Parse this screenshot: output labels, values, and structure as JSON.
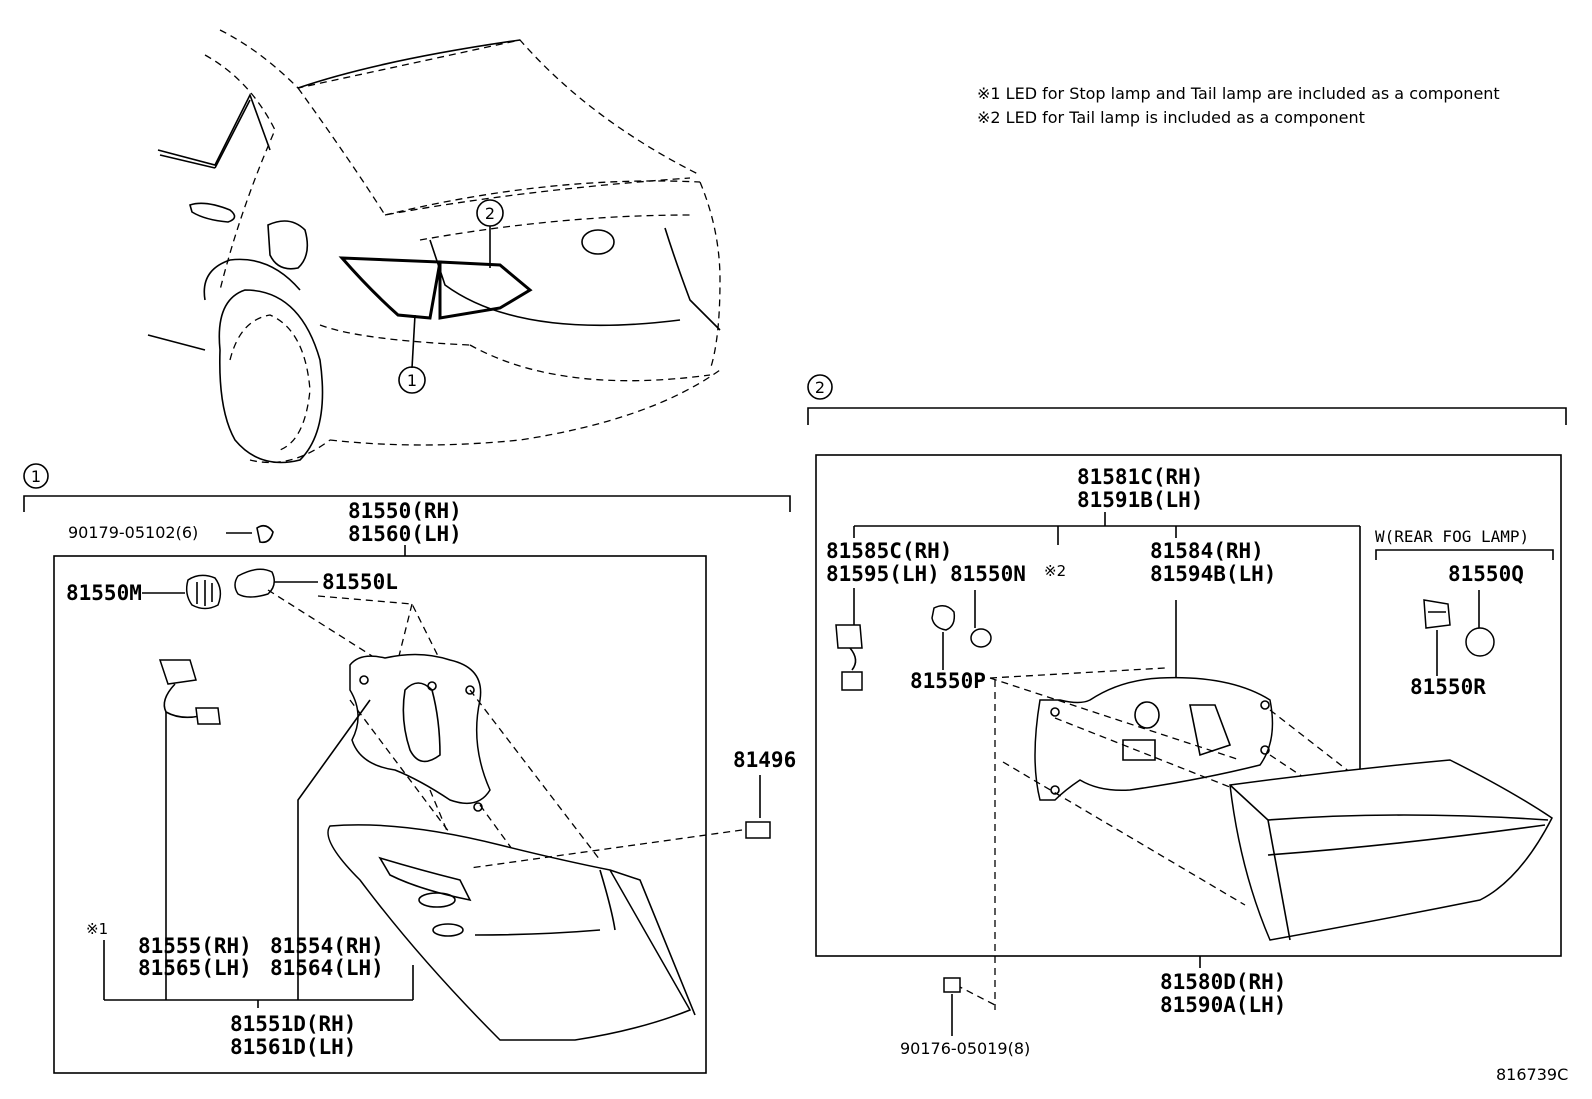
{
  "notes": {
    "note1": "※1 LED for Stop lamp and Tail lamp are included as a component",
    "note2": "※2 LED for Tail lamp is included as a component"
  },
  "callouts": {
    "c1": "1",
    "c2": "2"
  },
  "section1": {
    "marker": "1",
    "p81550": "81550(RH)",
    "p81560": "81560(LH)",
    "p90179": "90179-05102(6)",
    "p81550M": "81550M",
    "p81550L": "81550L",
    "p81496": "81496",
    "mark1": "※1",
    "p81555": "81555(RH)",
    "p81565": "81565(LH)",
    "p81554": "81554(RH)",
    "p81564": "81564(LH)",
    "p81551D": "81551D(RH)",
    "p81561D": "81561D(LH)"
  },
  "section2": {
    "marker": "2",
    "p81581C": "81581C(RH)",
    "p81591B": "81591B(LH)",
    "p81585C": "81585C(RH)",
    "p81595": "81595(LH)",
    "p81550N": "81550N",
    "mark2": "※2",
    "p81584": "81584(RH)",
    "p81594B": "81594B(LH)",
    "fog_label": "W(REAR FOG LAMP)",
    "p81550Q": "81550Q",
    "p81550P": "81550P",
    "p81550R": "81550R",
    "p81580D": "81580D(RH)",
    "p81590A": "81590A(LH)",
    "p90176": "90176-05019(8)"
  },
  "diagram_code": "816739C"
}
